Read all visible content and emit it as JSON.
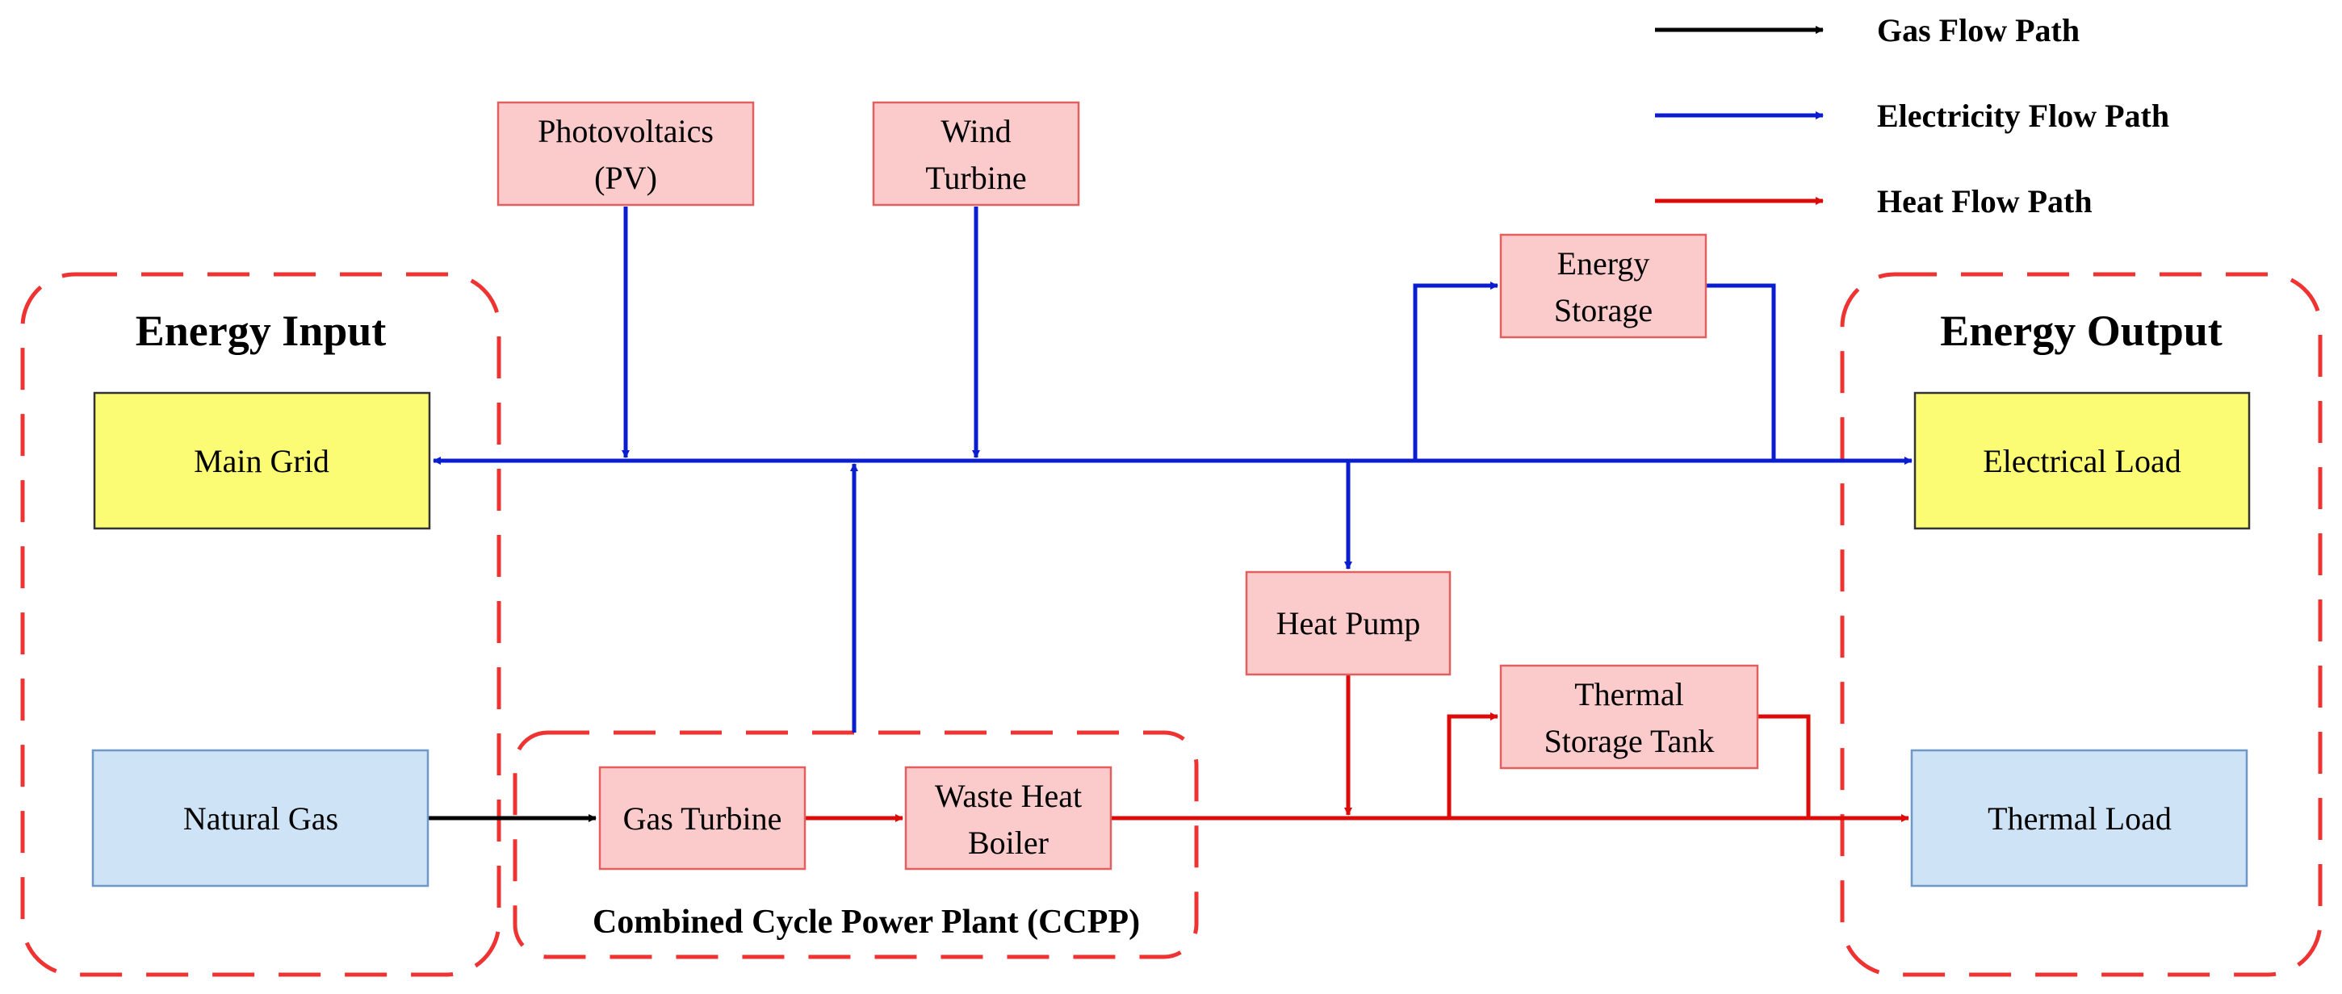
{
  "colors": {
    "gas": "#000000",
    "electricity": "#0a1ed0",
    "heat": "#dd0a0a",
    "source_fill": "#fbcaca",
    "source_stroke": "#e06060",
    "grid_fill": "#fbfb74",
    "grid_stroke": "#333333",
    "gas_fill": "#cfe3f6",
    "gas_stroke": "#6f98c8",
    "group_border": "#ee3333"
  },
  "legend": {
    "gas": "Gas Flow Path",
    "electricity": "Electricity Flow Path",
    "heat": "Heat Flow Path"
  },
  "groups": {
    "input": "Energy Input",
    "output": "Energy Output",
    "ccpp": "Combined Cycle Power Plant (CCPP)"
  },
  "nodes": {
    "pv": [
      "Photovoltaics",
      "(PV)"
    ],
    "wind": [
      "Wind",
      "Turbine"
    ],
    "storage": [
      "Energy",
      "Storage"
    ],
    "main_grid": "Main Grid",
    "electrical_load": "Electrical Load",
    "heat_pump": "Heat Pump",
    "thermal_tank": [
      "Thermal",
      "Storage Tank"
    ],
    "natural_gas": "Natural Gas",
    "gas_turbine": "Gas Turbine",
    "waste_boiler": [
      "Waste Heat",
      "Boiler"
    ],
    "thermal_load": "Thermal Load"
  }
}
